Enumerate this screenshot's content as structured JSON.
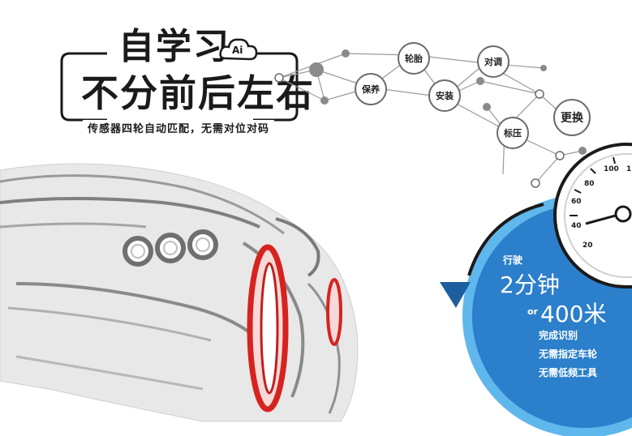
{
  "headline": {
    "line1": "自学习",
    "line2": "不分前后左右",
    "subtitle": "传感器四轮自动匹配，无需对位对码",
    "ai_badge_text": "Ai"
  },
  "network_nodes": [
    {
      "label": "轮胎"
    },
    {
      "label": "对调"
    },
    {
      "label": "保养"
    },
    {
      "label": "安装"
    },
    {
      "label": "更换"
    },
    {
      "label": "标压"
    }
  ],
  "speedometer": {
    "ticks": [
      "100",
      "80",
      "60",
      "40",
      "20",
      "1"
    ]
  },
  "info_disc": {
    "prefix": "行驶",
    "time": "2分钟",
    "or": "or",
    "distance": "400米",
    "features": [
      "完成识别",
      "无需指定车轮",
      "无需低频工具"
    ]
  },
  "colors": {
    "disc_blue": "#2b7fcb",
    "disc_ring": "#5fb7ec",
    "tire_red": "#d6231f",
    "line_gray": "#9a9a9a"
  }
}
